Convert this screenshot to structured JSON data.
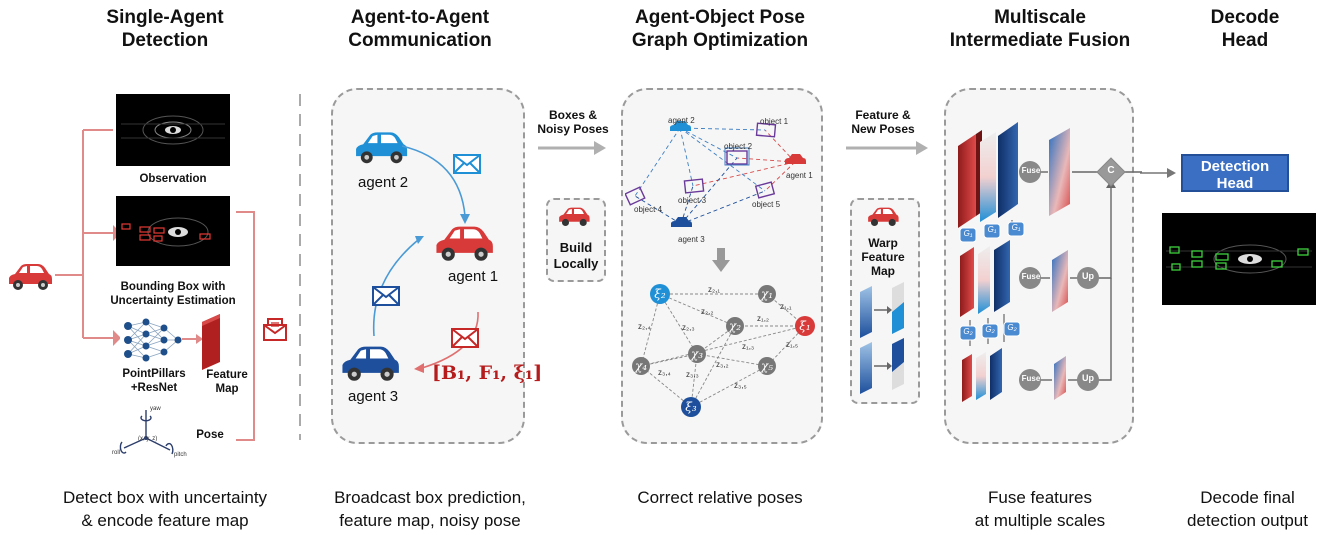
{
  "titles": {
    "s1": [
      "Single-Agent",
      "Detection"
    ],
    "s2": [
      "Agent-to-Agent",
      "Communication"
    ],
    "s3": [
      "Agent-Object Pose",
      "Graph Optimization"
    ],
    "s4": [
      "Multiscale",
      "Intermediate Fusion"
    ],
    "s5": [
      "Decode",
      "Head"
    ]
  },
  "captions": {
    "s1": [
      "Detect box with uncertainty",
      "& encode feature map"
    ],
    "s2": [
      "Broadcast box prediction,",
      "feature map, noisy pose"
    ],
    "s3": [
      "Correct relative poses"
    ],
    "s4": [
      "Fuse features",
      "at multiple scales"
    ],
    "s5": [
      "Decode final",
      "detection output"
    ]
  },
  "stage1": {
    "observation": "Observation",
    "bbox": [
      "Bounding Box with",
      "Uncertainty Estimation"
    ],
    "backbone": [
      "PointPillars",
      "+ResNet"
    ],
    "feature_map": [
      "Feature",
      "Map"
    ],
    "pose": "Pose",
    "pose_axes": [
      "yaw",
      "roll",
      "pitch",
      "(x, y, z)"
    ]
  },
  "stage2": {
    "agent1": "agent 1",
    "agent2": "agent 2",
    "agent3": "agent 3",
    "message": "[B₁, F₁, ξ₁]",
    "build": [
      "Build",
      "Locally"
    ],
    "arrow_label": [
      "Boxes &",
      "Noisy Poses"
    ]
  },
  "stage3": {
    "agents": [
      "agent 2",
      "agent 1",
      "agent 3"
    ],
    "objects": [
      "object 1",
      "object 2",
      "object 3",
      "object 4",
      "object 5"
    ],
    "nodes": [
      "ξ₂",
      "χ₁",
      "χ₂",
      "ξ₁",
      "χ₃",
      "χ₄",
      "χ₅",
      "ξ₃"
    ],
    "edges": [
      "z₂,₁",
      "z₂,₂",
      "z₁,₁",
      "z₁,₂",
      "z₂,₃",
      "z₂,₄",
      "z₁,₃",
      "z₁,₅",
      "z₃,₂",
      "z₃,₃",
      "z₃,₄",
      "z₃,₅"
    ],
    "arrow_label": [
      "Feature &",
      "New Poses"
    ]
  },
  "stage4": {
    "warp": [
      "Warp",
      "Feature",
      "Map"
    ],
    "fuse": "Fuse",
    "up": "Up",
    "concat": "C",
    "g_labels": [
      "G₁",
      "G₁",
      "G₁",
      "G₂",
      "G₂",
      "G₂"
    ]
  },
  "stage5": {
    "head": [
      "Detection",
      "Head"
    ]
  },
  "colors": {
    "red": "#d83a3a",
    "blue": "#1f8fd6",
    "navy": "#1d4f9c",
    "gray": "#7f7f7f",
    "box_red": "#c62828"
  }
}
